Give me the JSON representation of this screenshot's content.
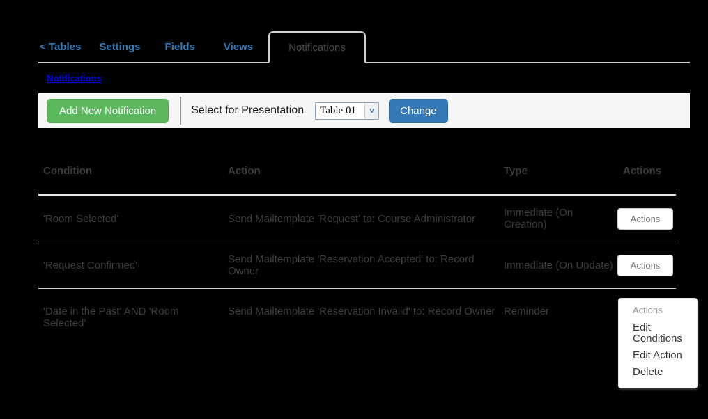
{
  "tabbar": {
    "tables_label": "< Tables",
    "settings_label": "Settings",
    "fields_label": "Fields",
    "views_label": "Views",
    "notifications_label": "Notifications"
  },
  "breadcrumb": {
    "label": "Notifications"
  },
  "toolbar": {
    "add_button_label": "Add New Notification",
    "select_label": "Select for Presentation",
    "select_value": "Table 01",
    "chevron": "˅",
    "change_button_label": "Change"
  },
  "table": {
    "headers": {
      "condition": "Condition",
      "action": "Action",
      "type": "Type",
      "actions": "Actions"
    },
    "rows": [
      {
        "condition": "'Room Selected'",
        "action": "Send Mailtemplate 'Request' to: Course Administrator",
        "type": "Immediate (On Creation)",
        "actions_label": "Actions"
      },
      {
        "condition": "'Request Confirmed'",
        "action": "Send Mailtemplate 'Reservation Accepted' to: Record Owner",
        "type": "Immediate (On Update)",
        "actions_label": "Actions"
      },
      {
        "condition": "'Date in the Past' AND 'Room Selected'",
        "action": "Send Mailtemplate 'Reservation Invalid' to: Record Owner",
        "type": "Reminder"
      }
    ]
  },
  "dropdown_menu": {
    "header": "Actions",
    "items": [
      "Edit Conditions",
      "Edit Action",
      "Delete"
    ]
  },
  "colors": {
    "add_button_green": "#5cb85c",
    "change_button_blue": "#337ab7",
    "tab_link_blue": "#337ab7",
    "breadcrumb_blue": "#0000ee",
    "page_background": "#000000",
    "toolbar_background": "#f6f6f6",
    "table_text": "#3d3d3d"
  }
}
